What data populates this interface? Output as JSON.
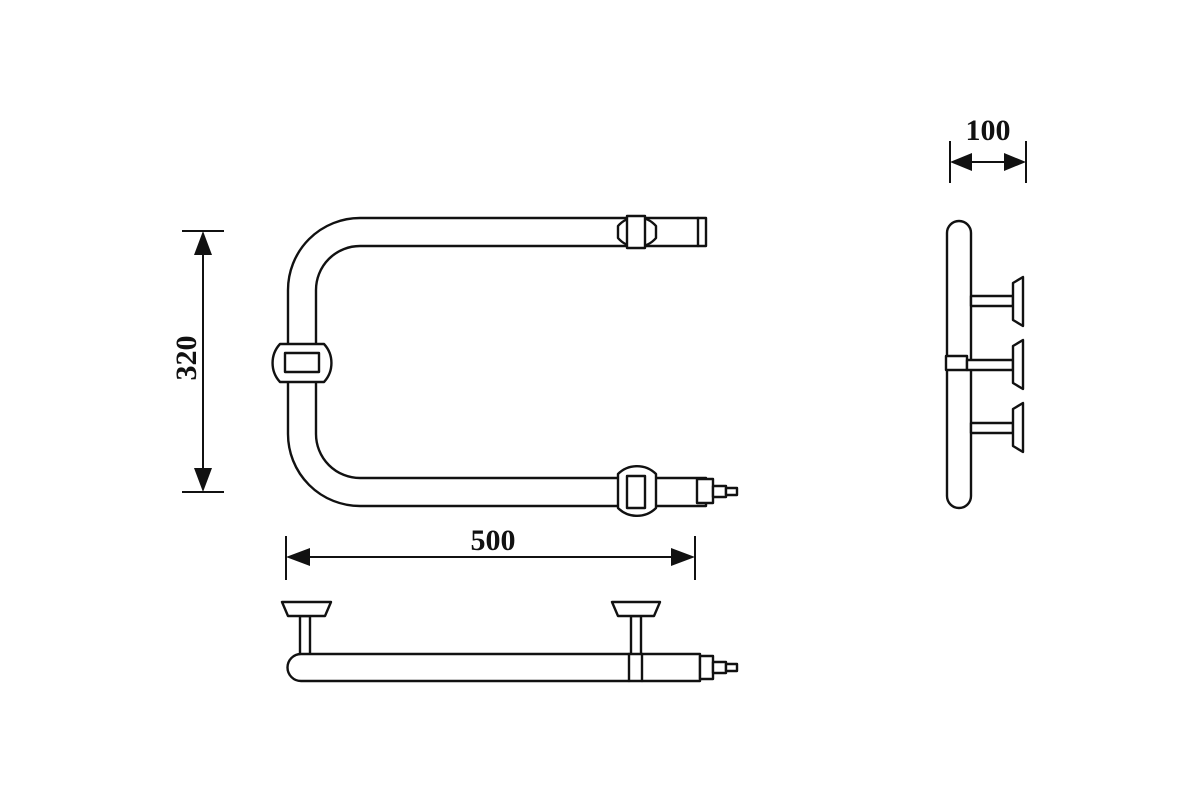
{
  "dimensions": {
    "height": "320",
    "width": "500",
    "depth": "100"
  },
  "colors": {
    "line": "#111111",
    "background": "#ffffff"
  }
}
